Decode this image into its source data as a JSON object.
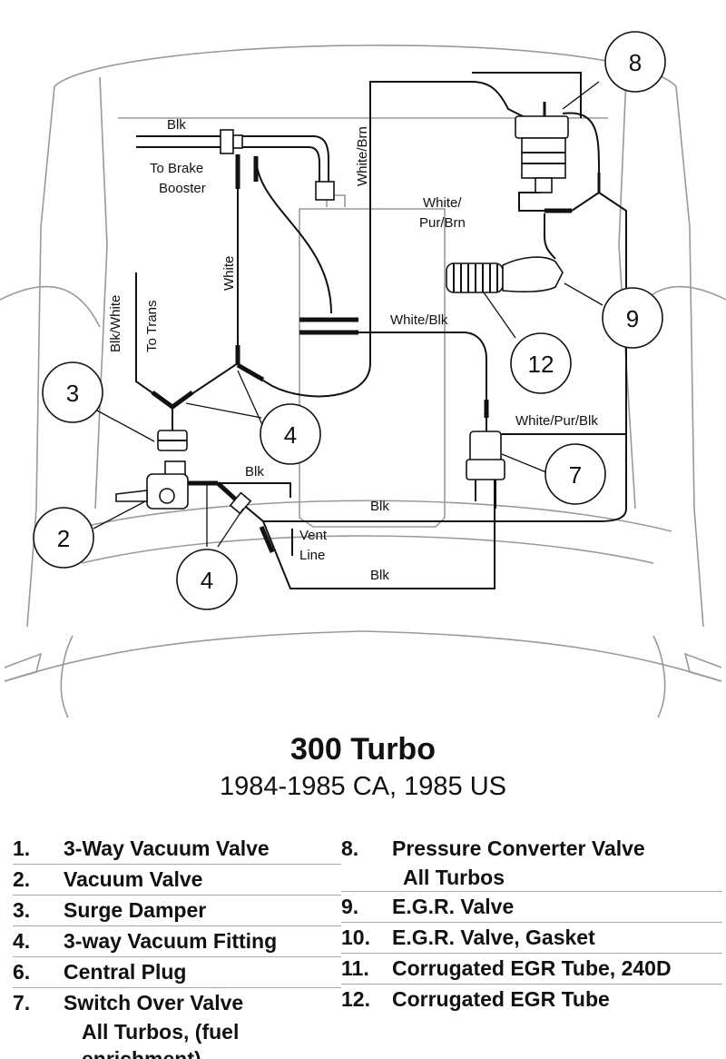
{
  "title": "300 Turbo",
  "subtitle": "1984-1985 CA,  1985 US",
  "diagram": {
    "hose_labels": {
      "blk_top": "Blk",
      "brake_booster_1": "To Brake",
      "brake_booster_2": "Booster",
      "white_brn": "White/Brn",
      "white_vertical": "White",
      "blk_white": "Blk/White",
      "to_trans": "To Trans",
      "white_pur_brn_1": "White/",
      "white_pur_brn_2": "Pur/Brn",
      "white_blk": "White/Blk",
      "white_pur_blk": "White/Pur/Blk",
      "blk_1": "Blk",
      "blk_2": "Blk",
      "blk_3": "Blk",
      "vent_1": "Vent",
      "vent_2": "Line"
    },
    "callouts": [
      "8",
      "9",
      "12",
      "7",
      "3",
      "4",
      "2",
      "4"
    ]
  },
  "legend": {
    "left": [
      {
        "num": "1.",
        "text": "3-Way Vacuum Valve",
        "cont": ""
      },
      {
        "num": "2.",
        "text": "Vacuum Valve",
        "cont": ""
      },
      {
        "num": "3.",
        "text": "Surge Damper",
        "cont": ""
      },
      {
        "num": "4.",
        "text": "3-way Vacuum Fitting",
        "cont": ""
      },
      {
        "num": "6.",
        "text": "Central Plug",
        "cont": ""
      },
      {
        "num": "7.",
        "text": "Switch Over Valve",
        "cont": "All Turbos, (fuel enrichment)"
      }
    ],
    "right": [
      {
        "num": "8.",
        "text": "Pressure Converter Valve",
        "cont": "All Turbos"
      },
      {
        "num": "9.",
        "text": "E.G.R. Valve",
        "cont": ""
      },
      {
        "num": "10.",
        "text": "E.G.R. Valve, Gasket",
        "cont": ""
      },
      {
        "num": "11.",
        "text": "Corrugated EGR Tube, 240D",
        "cont": ""
      },
      {
        "num": "12.",
        "text": "Corrugated EGR Tube",
        "cont": ""
      }
    ]
  }
}
